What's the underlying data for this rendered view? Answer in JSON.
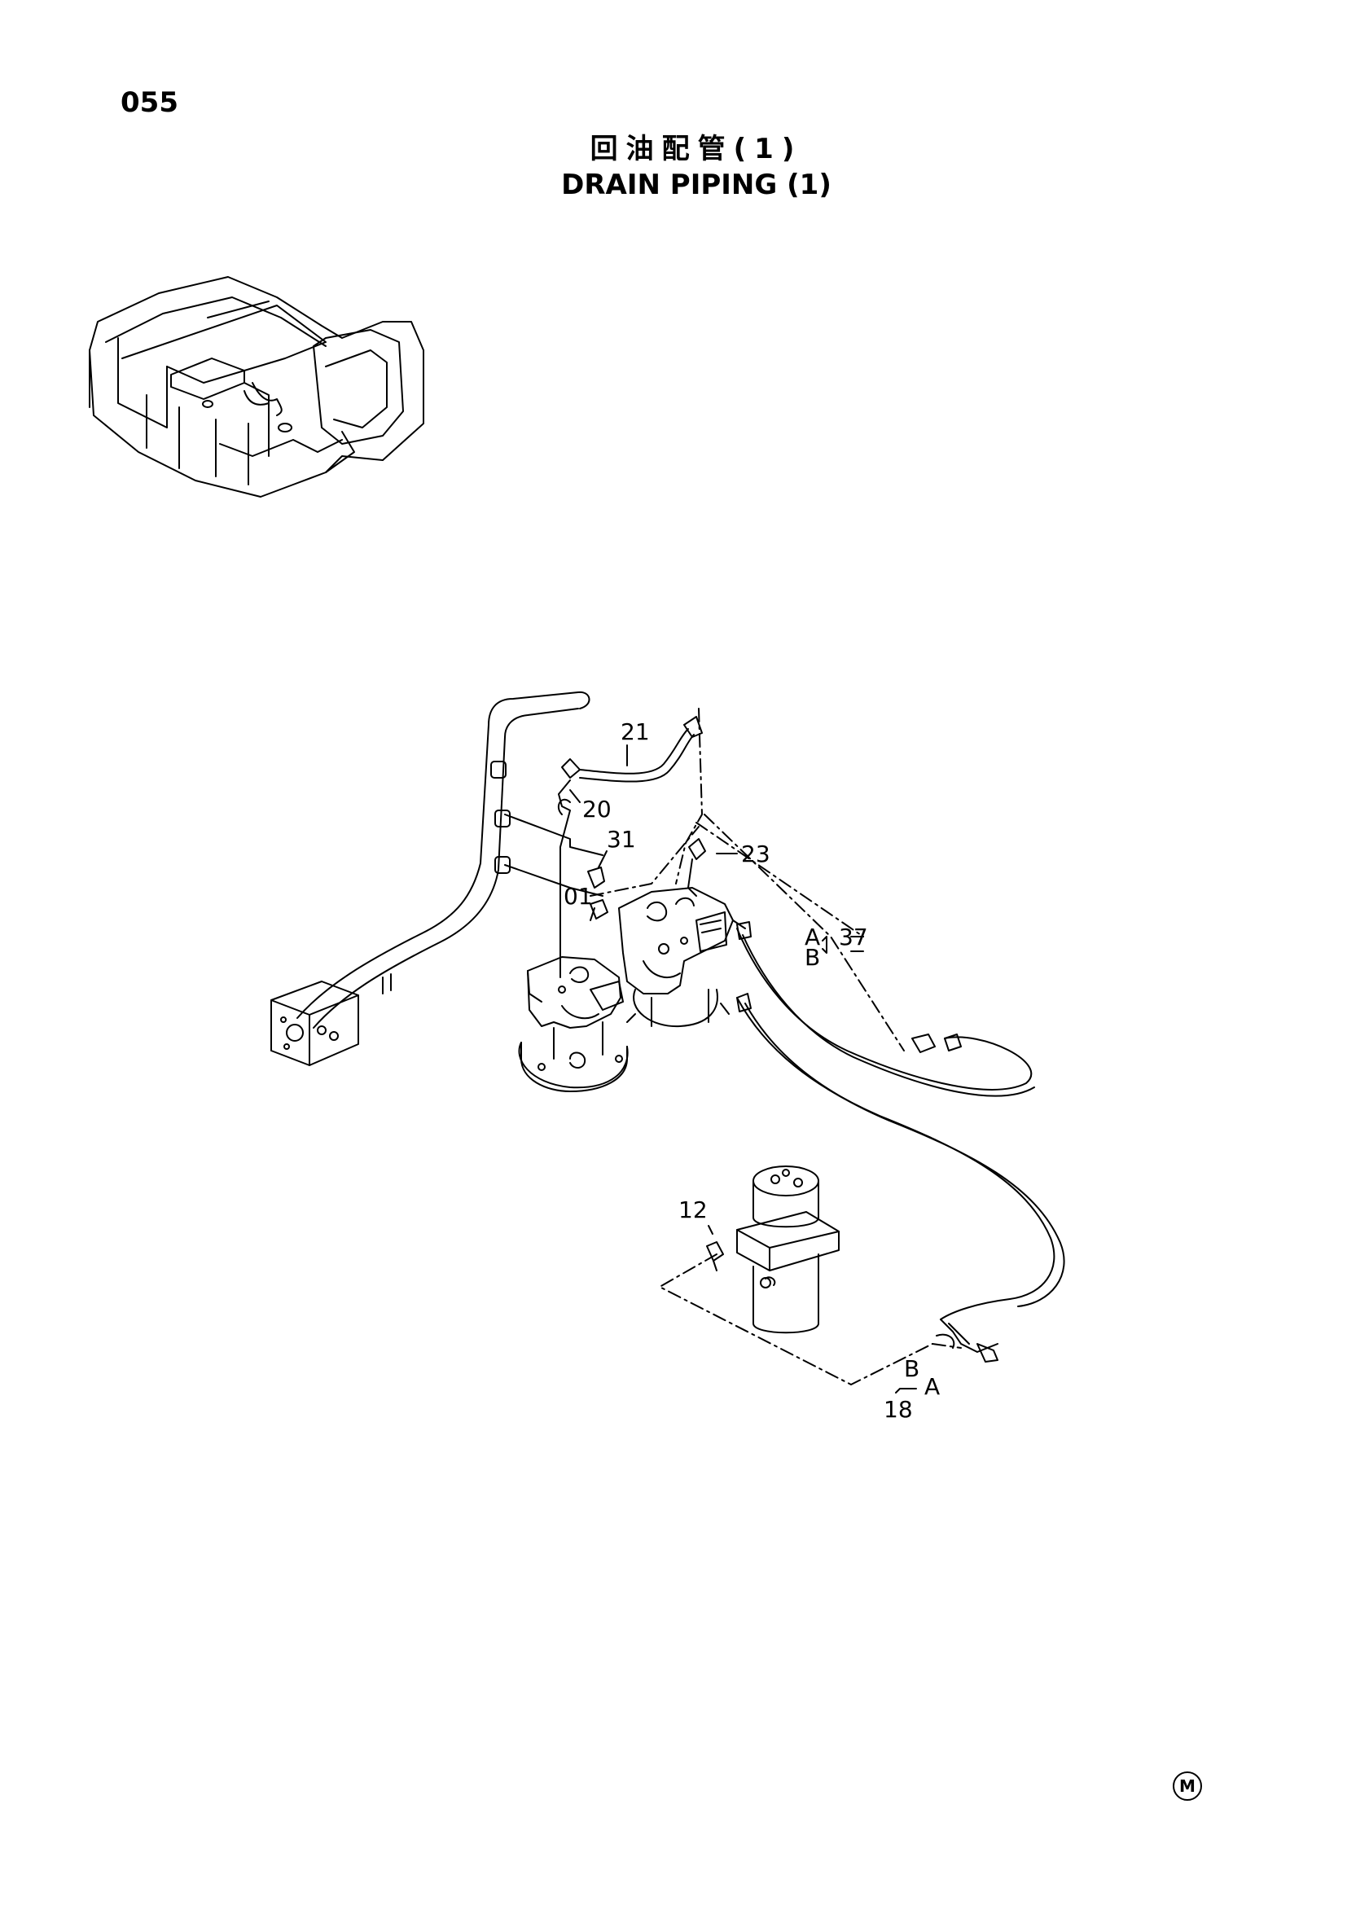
{
  "page_number": "055",
  "title_cn": "回油配管(1)",
  "title_en": "DRAIN PIPING (1)",
  "callouts": {
    "p21": "21",
    "p20": "20",
    "p31": "31",
    "p23": "23",
    "p01": "01",
    "p37": "37",
    "p37_a": "A",
    "p37_b": "B",
    "p12": "12",
    "p18": "18",
    "p18_a": "A",
    "p18_b": "B"
  },
  "publisher_mark": "M"
}
